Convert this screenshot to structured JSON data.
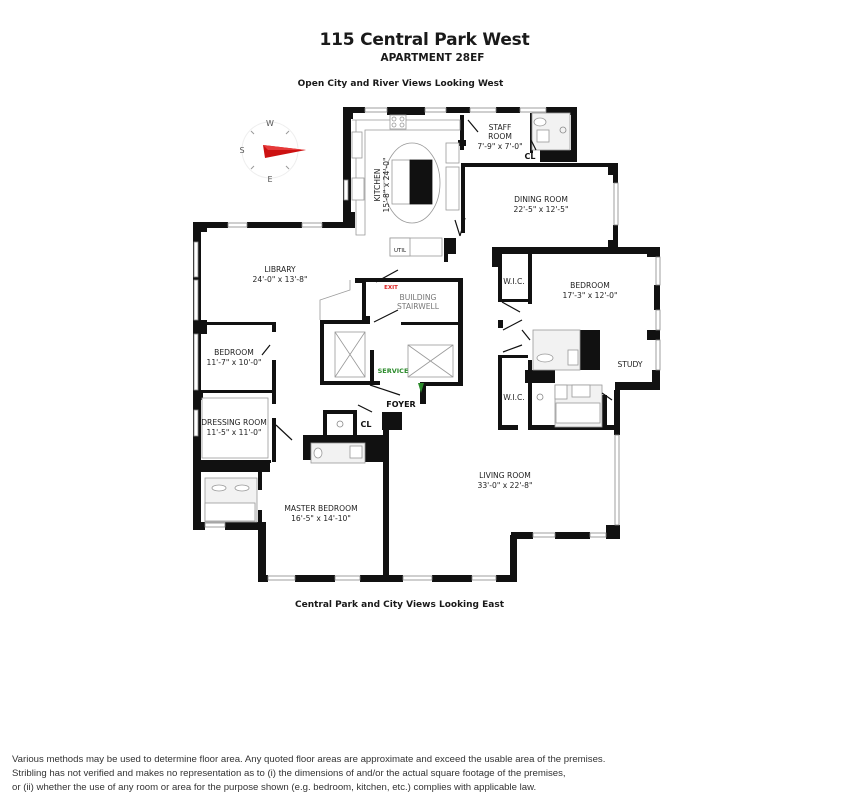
{
  "header": {
    "title": "115 Central Park West",
    "subtitle": "APARTMENT 28EF"
  },
  "orientation": {
    "top_view": "Open City and River Views Looking West",
    "bottom_view": "Central Park and City Views Looking East",
    "compass": {
      "north_pointer_color": "#cc1111",
      "letters": {
        "top": "W",
        "left": "S",
        "bottom": "E"
      }
    }
  },
  "rooms": {
    "kitchen": {
      "name": "KITCHEN",
      "dims": "15'-8\" x 24'-0\""
    },
    "staff_room": {
      "name_line1": "STAFF",
      "name_line2": "ROOM",
      "dims": "7'-9\" x 7'-0\""
    },
    "staff_closet": {
      "name": "CL"
    },
    "dining_room": {
      "name": "DINING ROOM",
      "dims": "22'-5\" x 12'-5\""
    },
    "library": {
      "name": "LIBRARY",
      "dims": "24'-0\" x 13'-8\""
    },
    "util": {
      "name": "UTIL"
    },
    "exit": {
      "name": "EXIT"
    },
    "stairwell": {
      "name_line1": "BUILDING",
      "name_line2": "STAIRWELL"
    },
    "service": {
      "name": "SERVICE"
    },
    "foyer": {
      "name": "FOYER"
    },
    "bedroom_west": {
      "name": "BEDROOM",
      "dims": "11'-7\" x 10'-0\""
    },
    "dressing_room": {
      "name": "DRESSING ROOM",
      "dims": "11'-5\" x 11'-0\""
    },
    "master_closet": {
      "name": "CL"
    },
    "master_bedroom": {
      "name": "MASTER BEDROOM",
      "dims": "16'-5\" x 14'-10\""
    },
    "wic_upper": {
      "name": "W.I.C."
    },
    "wic_lower": {
      "name": "W.I.C."
    },
    "bedroom_east": {
      "name": "BEDROOM",
      "dims": "17'-3\" x 12'-0\""
    },
    "study": {
      "name": "STUDY"
    },
    "living_room": {
      "name": "LIVING ROOM",
      "dims": "33'-0\" x 22'-8\""
    }
  },
  "disclaimer": {
    "line1": "Various methods may be used to determine floor area.  Any quoted floor areas are approximate and exceed the usable area of the premises.",
    "line2": "Stribling has not verified and makes no representation as to (i) the dimensions of and/or the actual square footage of the premises,",
    "line3": "or (ii) whether the use of any room or area for the purpose shown (e.g. bedroom, kitchen, etc.) complies with applicable law."
  }
}
